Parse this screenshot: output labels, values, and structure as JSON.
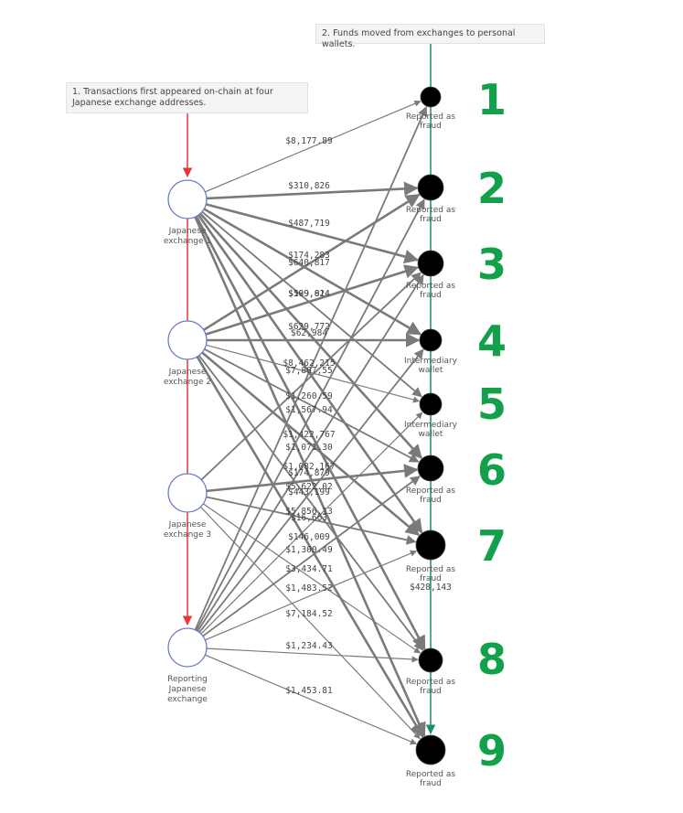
{
  "annotations": {
    "step1": "1. Transactions first appeared on-chain at four Japanese exchange addresses.",
    "step2": "2. Funds moved from exchanges to personal wallets."
  },
  "colors": {
    "source_flow": "#e53935",
    "dest_flow": "#1a8f6e",
    "edge": "#7a7a7a",
    "node_stroke": "#6a7cc9",
    "number": "#12a04a"
  },
  "sources": [
    {
      "id": "s1",
      "label": [
        "Japanese",
        "exchange 1"
      ]
    },
    {
      "id": "s2",
      "label": [
        "Japanese",
        "exchange 2"
      ]
    },
    {
      "id": "s3",
      "label": [
        "Japanese",
        "exchange 3"
      ]
    },
    {
      "id": "s4",
      "label": [
        "Reporting",
        "Japanese",
        "exchange"
      ]
    }
  ],
  "targets": [
    {
      "id": "t1",
      "number": "1",
      "label": [
        "Reported as",
        "fraud"
      ]
    },
    {
      "id": "t2",
      "number": "2",
      "label": [
        "Reported as",
        "fraud"
      ]
    },
    {
      "id": "t3",
      "number": "3",
      "label": [
        "Reported as",
        "fraud"
      ]
    },
    {
      "id": "t4",
      "number": "4",
      "label": [
        "Intermediary",
        "wallet"
      ]
    },
    {
      "id": "t5",
      "number": "5",
      "label": [
        "Intermediary",
        "wallet"
      ]
    },
    {
      "id": "t6",
      "number": "6",
      "label": [
        "Reported as",
        "fraud"
      ]
    },
    {
      "id": "t7",
      "number": "7",
      "label": [
        "Reported as",
        "fraud",
        "$428,143"
      ]
    },
    {
      "id": "t8",
      "number": "8",
      "label": [
        "Reported as",
        "fraud"
      ]
    },
    {
      "id": "t9",
      "number": "9",
      "label": [
        "Reported as",
        "fraud"
      ]
    }
  ],
  "edges": [
    {
      "from": "s1",
      "to": "t1",
      "weight": 1
    },
    {
      "from": "s1",
      "to": "t2",
      "weight": 3
    },
    {
      "from": "s1",
      "to": "t3",
      "weight": 3
    },
    {
      "from": "s1",
      "to": "t4",
      "weight": 3
    },
    {
      "from": "s1",
      "to": "t5",
      "weight": 2
    },
    {
      "from": "s1",
      "to": "t6",
      "weight": 3
    },
    {
      "from": "s1",
      "to": "t7",
      "weight": 3
    },
    {
      "from": "s1",
      "to": "t8",
      "weight": 3
    },
    {
      "from": "s1",
      "to": "t9",
      "weight": 3
    },
    {
      "from": "s2",
      "to": "t2",
      "weight": 3
    },
    {
      "from": "s2",
      "to": "t3",
      "weight": 3
    },
    {
      "from": "s2",
      "to": "t4",
      "weight": 3
    },
    {
      "from": "s2",
      "to": "t5",
      "weight": 1
    },
    {
      "from": "s2",
      "to": "t6",
      "weight": 2
    },
    {
      "from": "s2",
      "to": "t7",
      "weight": 3
    },
    {
      "from": "s2",
      "to": "t8",
      "weight": 2
    },
    {
      "from": "s2",
      "to": "t9",
      "weight": 3
    },
    {
      "from": "s3",
      "to": "t3",
      "weight": 2
    },
    {
      "from": "s3",
      "to": "t6",
      "weight": 3
    },
    {
      "from": "s3",
      "to": "t7",
      "weight": 2
    },
    {
      "from": "s3",
      "to": "t8",
      "weight": 1
    },
    {
      "from": "s3",
      "to": "t9",
      "weight": 1
    },
    {
      "from": "s4",
      "to": "t1",
      "weight": 2
    },
    {
      "from": "s4",
      "to": "t2",
      "weight": 2
    },
    {
      "from": "s4",
      "to": "t3",
      "weight": 2
    },
    {
      "from": "s4",
      "to": "t4",
      "weight": 2
    },
    {
      "from": "s4",
      "to": "t5",
      "weight": 1
    },
    {
      "from": "s4",
      "to": "t6",
      "weight": 2
    },
    {
      "from": "s4",
      "to": "t7",
      "weight": 1
    },
    {
      "from": "s4",
      "to": "t8",
      "weight": 1
    },
    {
      "from": "s4",
      "to": "t9",
      "weight": 1
    }
  ],
  "amounts": [
    "$8,177.89",
    "$310,826",
    "$487,719",
    "$174,283",
    "$640,817",
    "$109,024",
    "$599,814",
    "$629,772",
    "$62,984",
    "$8,462,215",
    "$7,887,55",
    "$1,260.59",
    "$1,567.94",
    "$1,422,767",
    "$1,071.30",
    "$1,082,167",
    "$174,879",
    "$5,622.02",
    "$443,199",
    "$5,856.13",
    "$16,663",
    "$146,009",
    "$1,300.49",
    "$3,434.71",
    "$1,483.52",
    "$7,184.52",
    "$1,234.43",
    "$1,453.81"
  ]
}
